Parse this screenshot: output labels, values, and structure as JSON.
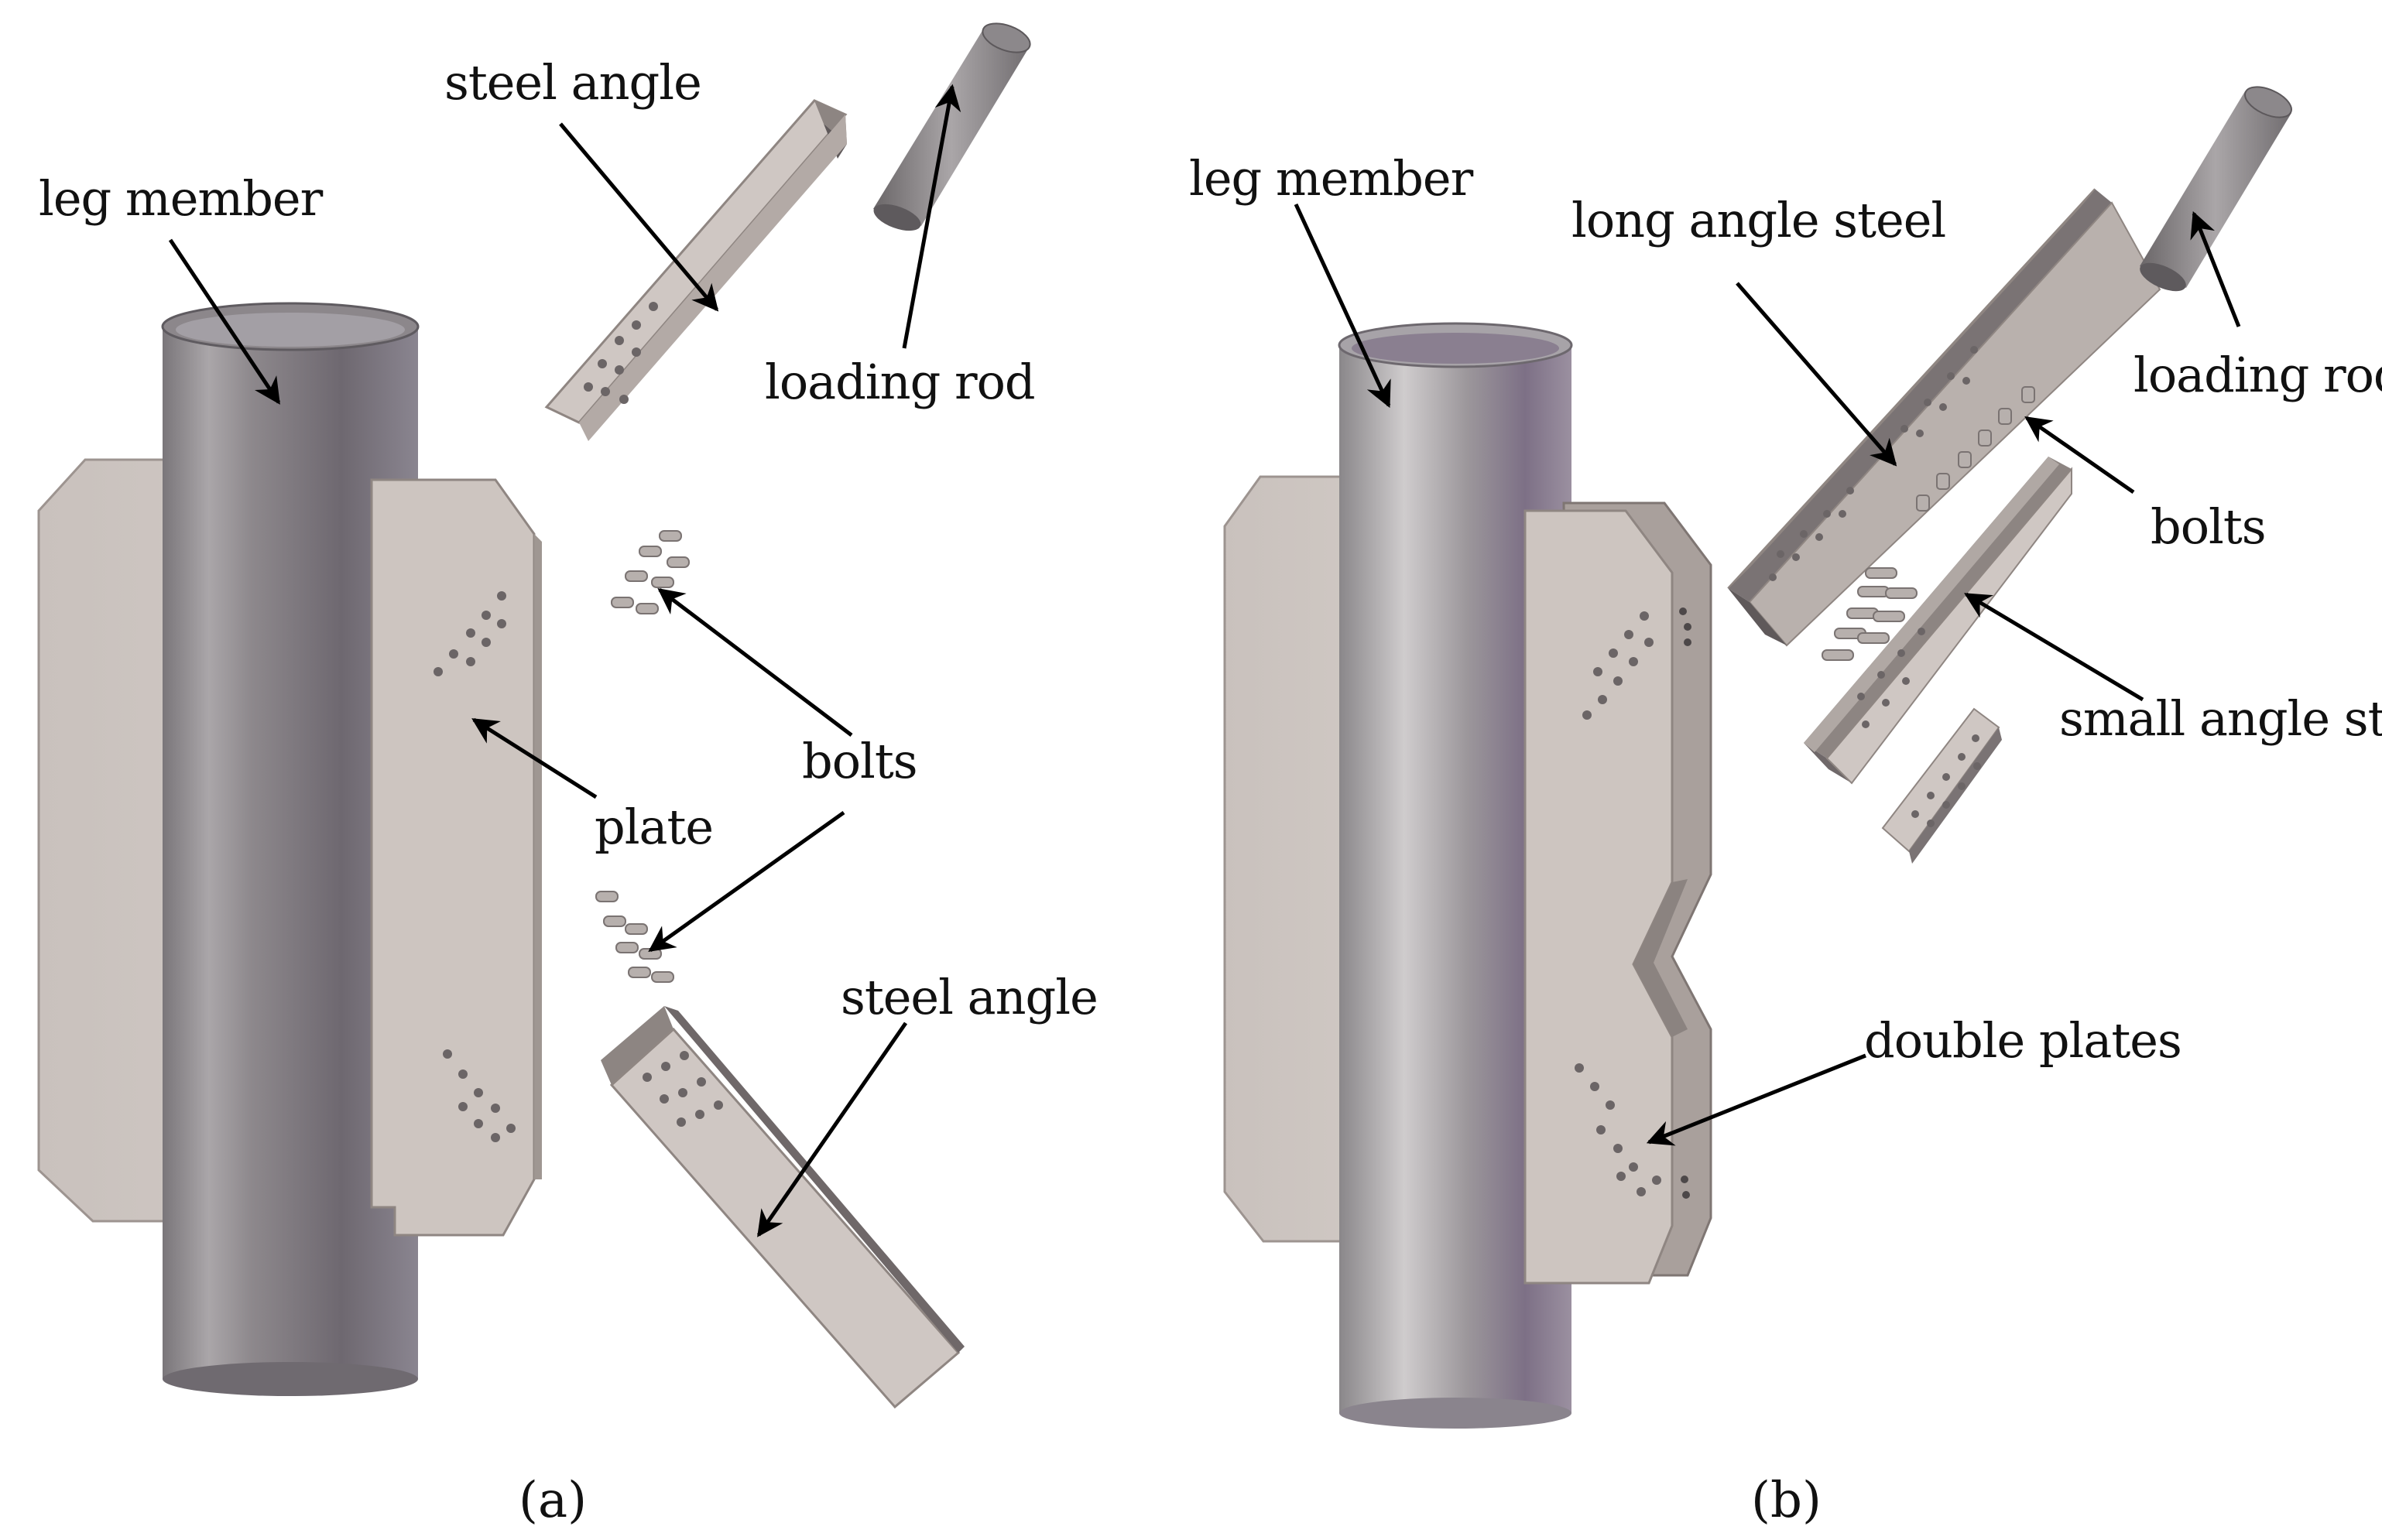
{
  "panel_a": {
    "caption": "(a)",
    "labels": {
      "leg_member": "leg member",
      "steel_angle_top": "steel angle",
      "loading_rod": "loading rod",
      "bolts": "bolts",
      "plate": "plate",
      "steel_angle_bottom": "steel angle"
    }
  },
  "panel_b": {
    "caption": "(b)",
    "labels": {
      "leg_member": "leg member",
      "long_angle_steel": "long angle steel",
      "loading_rod": "loading rod",
      "bolts": "bolts",
      "small_angle_steel": "small angle steel",
      "double_plates": "double plates"
    }
  },
  "colors": {
    "plate": "#c9c1bc",
    "plate_edge": "#8f8682",
    "tube_dark": "#6f6a70",
    "tube_light": "#b9b6ba",
    "tube_purple": "#7c7082",
    "arrow": "#000000"
  }
}
